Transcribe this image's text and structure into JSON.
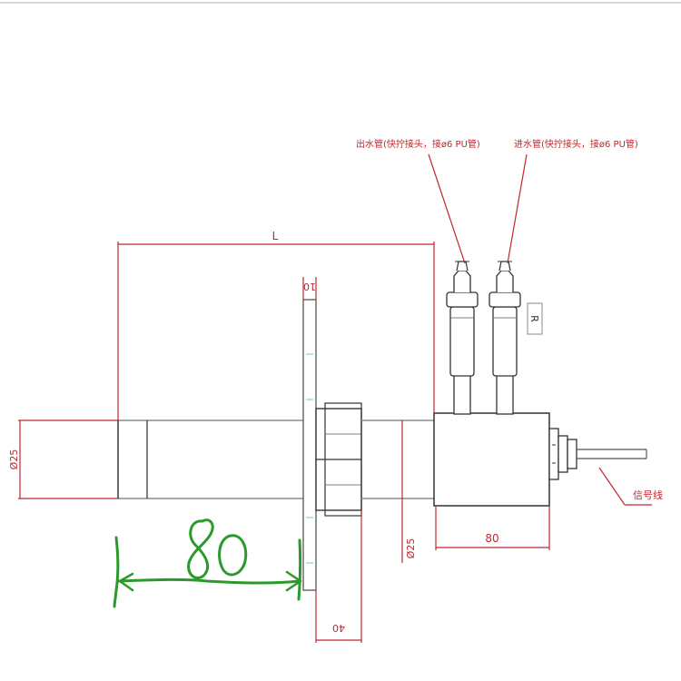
{
  "annotations": {
    "outlet": "出水管(快拧接头，接ø6 PU管)",
    "inlet": "进水管(快拧接头，接ø6 PU管)",
    "signal": "信号线",
    "side_tag": "R"
  },
  "dimensions": {
    "length": "L",
    "dia_left": "Ø25",
    "dia_body": "Ø25",
    "body_len": "80",
    "flange_top": "10",
    "flange_bottom": "40",
    "handwritten": "80"
  },
  "colors": {
    "red": "#c0282d",
    "gray": "#8c8c8c",
    "dark": "#2a2a2a",
    "cyan": "#6fc8d8",
    "green": "#2a9a2a"
  }
}
